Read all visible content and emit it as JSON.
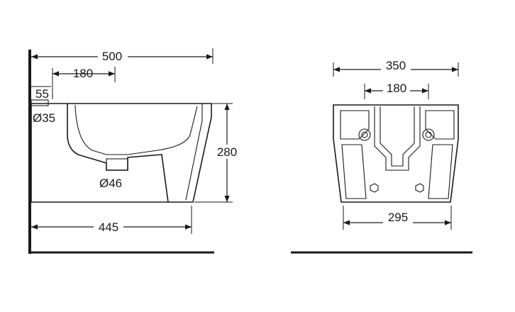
{
  "side_view": {
    "overall_length": "500",
    "inlet_offset": "180",
    "inlet_height": "55",
    "inlet_diameter": "Ø35",
    "height": "280",
    "waste_diameter": "Ø46",
    "base_length": "445"
  },
  "back_view": {
    "overall_width": "350",
    "inlet_spacing": "180",
    "fixing_spacing": "295"
  }
}
